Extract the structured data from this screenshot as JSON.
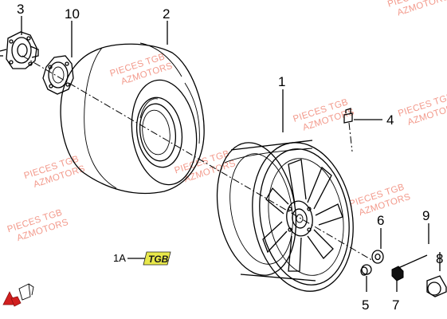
{
  "callouts": {
    "c1": "1",
    "c1a": "1A",
    "c2": "2",
    "c3": "3",
    "c4": "4",
    "c5": "5",
    "c6": "6",
    "c7": "7",
    "c8": "8",
    "c9": "9",
    "c10": "10"
  },
  "logo_text": "TGB",
  "watermark": {
    "line1": "PIECES TGB",
    "line2": "AZMOTORS"
  },
  "colors": {
    "watermark": "#e9472d",
    "logo_badge": "#e8e84a",
    "brand_red": "#d21f1f"
  }
}
